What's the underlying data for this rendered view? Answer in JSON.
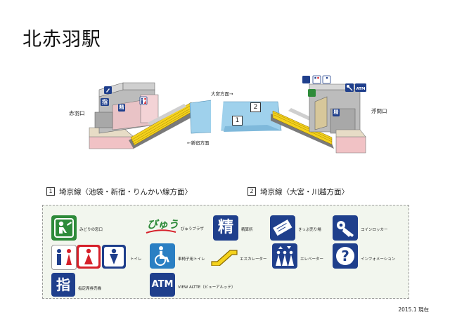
{
  "title": "北赤羽駅",
  "diagram": {
    "exit_west": "赤羽口",
    "exit_east": "浮間口",
    "direction_omiya": "大宮方面→",
    "direction_shinjuku": "←新宿方面",
    "platform_2": "2",
    "platform_1": "1",
    "sign_seisan": "精",
    "sign_shitei": "指"
  },
  "lines": [
    {
      "number": "1",
      "text": "埼京線〈池袋・新宿・りんかい線方面〉"
    },
    {
      "number": "2",
      "text": "埼京線〈大宮・川越方面〉"
    }
  ],
  "legend": {
    "midori": "みどりの窓口",
    "viewplaza_logo": "びゅう",
    "viewplaza": "びゅうプラザ",
    "seisan_glyph": "精",
    "seisan": "精算所",
    "ticket": "きっぷ売り場",
    "locker": "コインロッカー",
    "toilet": "トイレ",
    "wheelchair_toilet": "車椅子用トイレ",
    "escalator": "エスカレーター",
    "elevator": "エレベーター",
    "info_glyph": "?",
    "info": "インフォメーション",
    "shitei_glyph": "指",
    "shitei": "指定席券売機",
    "atm_glyph": "ATM",
    "atm": "VIEW ALTTE（ビューアルッテ）"
  },
  "footer": "2015.1 現在",
  "colors": {
    "navy": "#1f3f8c",
    "green": "#2e8b3a",
    "red": "#d6202a",
    "water": "#9fd1ec",
    "pink": "#f4c7cc",
    "yellow": "#f4d21c"
  }
}
